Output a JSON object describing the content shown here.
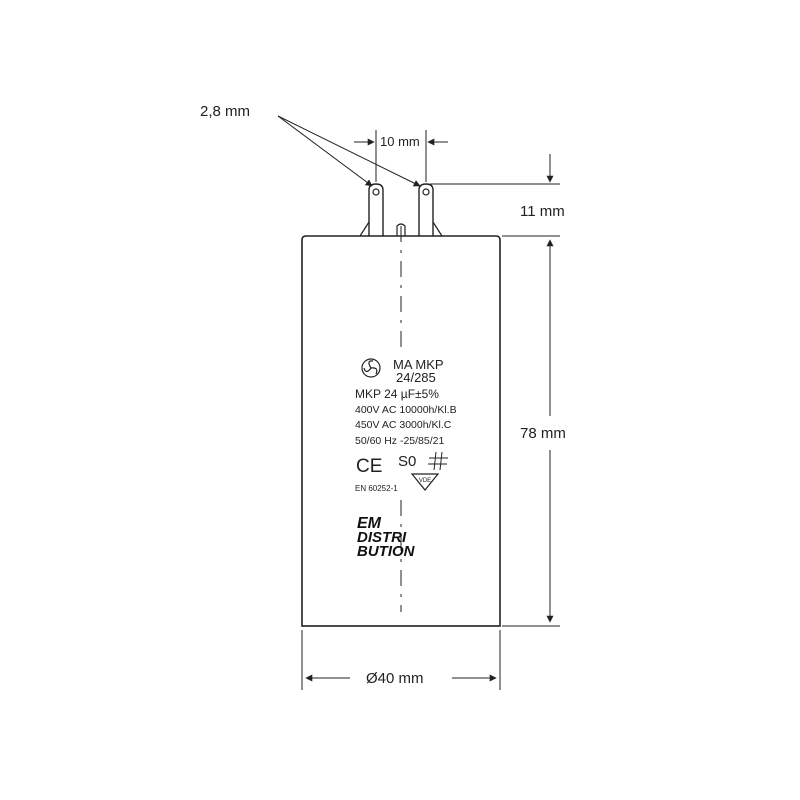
{
  "dimensions": {
    "pin_width": "2,8 mm",
    "pin_spacing": "10 mm",
    "pin_height": "11 mm",
    "body_height": "78 mm",
    "diameter": "Ø40 mm"
  },
  "label": {
    "series_line1": "MA MKP",
    "series_line2": "24/285",
    "capacitance": "MKP 24 µF±5%",
    "rating_400": "400V AC 10000h/Kl.B",
    "rating_450": "450V AC 3000h/Kl.C",
    "climate": "50/60 Hz -25/85/21",
    "ce_mark": "CE",
    "s0_mark": "S0",
    "vde_letters": "VDE",
    "standard": "EN 60252-1",
    "manufacturer_icon": "fan-logo-icon",
    "hash_icon": "hash-icon"
  },
  "brand": {
    "line1": "EM",
    "line2": "DISTRI",
    "line3": "BUTION"
  },
  "colors": {
    "ink": "#222222",
    "background": "#ffffff"
  }
}
